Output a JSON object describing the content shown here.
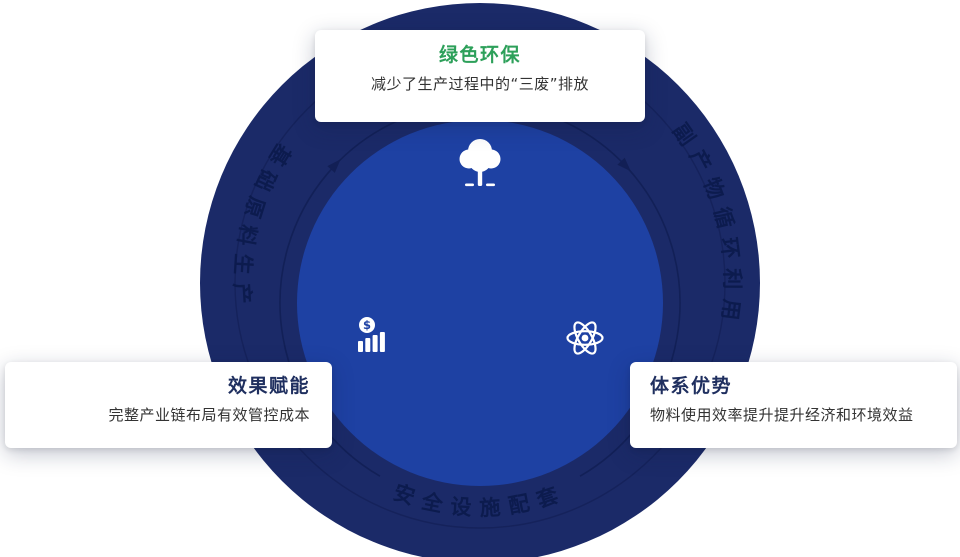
{
  "colors": {
    "outer_circle": "#1b2a68",
    "inner_circle": "#1e41a3",
    "ring_line": "#121f55",
    "arc_text": "#0c1a4d",
    "accent_green_title": "#2da05a",
    "side_card_title": "#1f2f5f",
    "description_text": "#333333",
    "icon_color": "#ffffff"
  },
  "cards": {
    "top": {
      "title": "绿色环保",
      "description": "减少了生产过程中的“三废”排放"
    },
    "left": {
      "title": "效果赋能",
      "description": "完整产业链布局有效管控成本"
    },
    "right": {
      "title": "体系优势",
      "description": "物料使用效率提升提升经济和环境效益"
    }
  },
  "arc_labels": {
    "left": "基础原料生产",
    "right": "副产物循环利用",
    "bottom": "安全设施配套"
  },
  "icons": {
    "top": "tree-icon",
    "left": "money-bars-icon",
    "right": "atom-icon",
    "coin_symbol": "$"
  }
}
